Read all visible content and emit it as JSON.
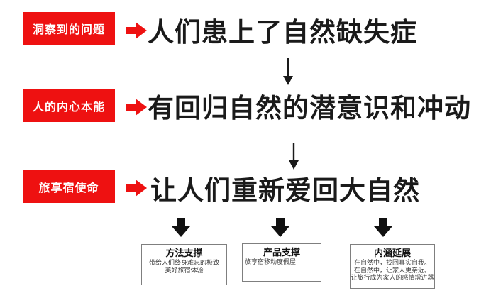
{
  "colors": {
    "accent": "#ee1111",
    "text": "#1a1a1a",
    "box_border": "#7f7f7f",
    "small_text": "#3d3d3d"
  },
  "icons": {
    "right_arrow": "➡",
    "down_arrow_thin": "↓",
    "down_arrow_thick": "⬇"
  },
  "flow": [
    {
      "label": "洞察到的问题",
      "statement": "人们患上了自然缺失症"
    },
    {
      "label": "人的内心本能",
      "statement": "有回归自然的潜意识和冲动"
    },
    {
      "label": "旅享宿使命",
      "statement": "让人们重新爱回大自然"
    }
  ],
  "support_boxes": [
    {
      "title": "方法支撑",
      "lines": [
        "带给人们终身难忘的极致",
        "美好旅宿体验"
      ]
    },
    {
      "title": "产品支撑",
      "lines": [
        "旅享宿移动度假屋"
      ]
    },
    {
      "title": "内涵延展",
      "lines": [
        "在自然中，找回真实自我。",
        "在自然中，让家人更亲近。",
        "让旅行成为家人的感情增进器"
      ]
    }
  ]
}
